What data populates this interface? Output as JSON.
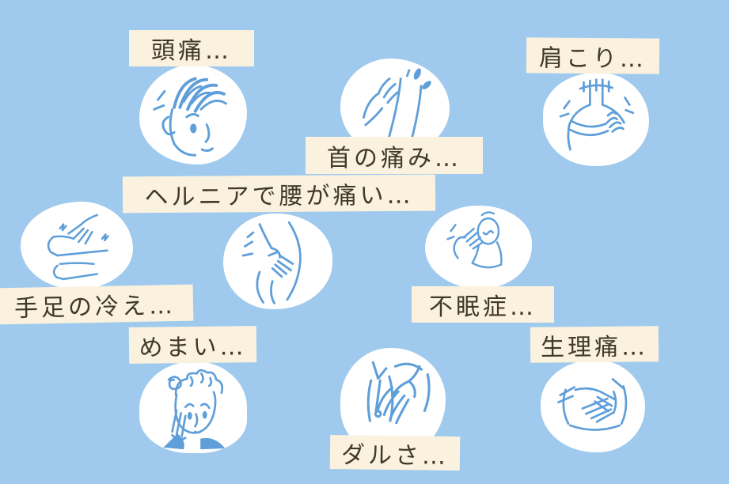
{
  "page": {
    "background_color": "#9fcaed",
    "label_background_color": "#faf2df",
    "label_text_color": "#40392a",
    "illustration_line_color": "#5f9fd9"
  },
  "ailments": [
    {
      "id": "zutsuu",
      "label": "頭痛…",
      "icon": "headache-face-icon"
    },
    {
      "id": "kubi",
      "label": "首の痛み…",
      "icon": "neck-pain-icon"
    },
    {
      "id": "katakori",
      "label": "肩こり…",
      "icon": "stiff-shoulder-icon"
    },
    {
      "id": "hernia",
      "label": "ヘルニアで腰が痛い…",
      "icon": "lower-back-pain-icon"
    },
    {
      "id": "teashi",
      "label": "手足の冷え…",
      "icon": "cold-hands-feet-icon"
    },
    {
      "id": "fuminshou",
      "label": "不眠症…",
      "icon": "insomnia-icon"
    },
    {
      "id": "memai",
      "label": "めまい…",
      "icon": "dizziness-icon"
    },
    {
      "id": "darusa",
      "label": "ダルさ…",
      "icon": "fatigue-icon"
    },
    {
      "id": "seiritsuu",
      "label": "生理痛…",
      "icon": "menstrual-pain-icon"
    }
  ]
}
